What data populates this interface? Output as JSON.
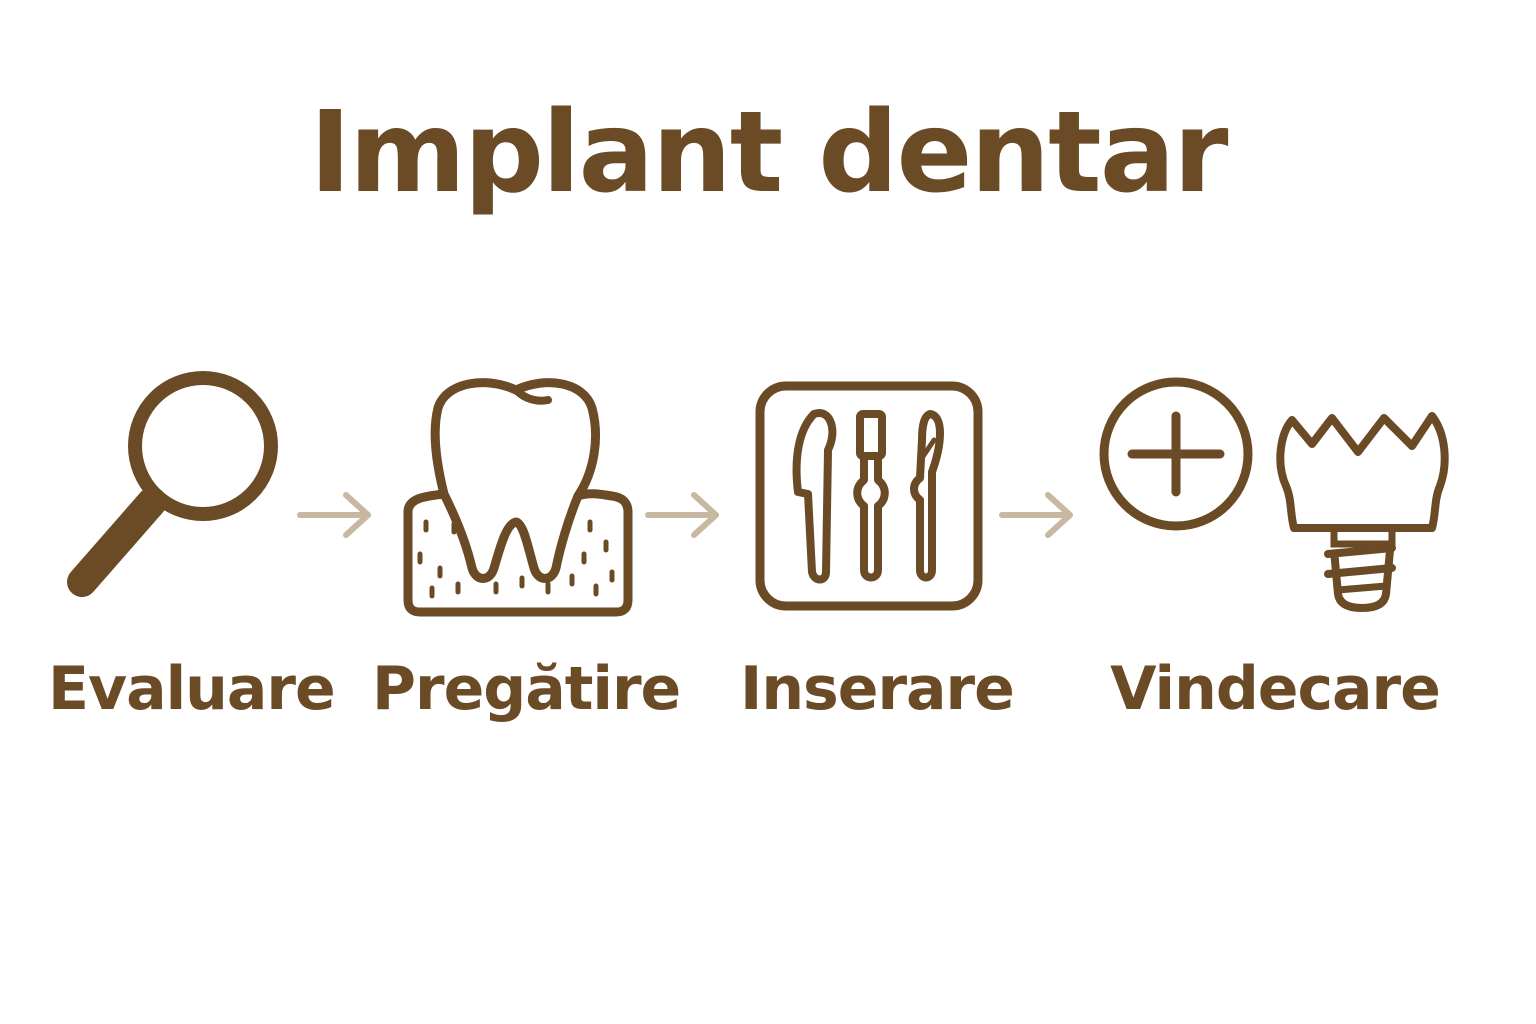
{
  "title": "Implant dentar",
  "colors": {
    "primary": "#6b4a26",
    "arrow": "#c8b7a1",
    "background": "#ffffff"
  },
  "steps": [
    {
      "label": "Evaluare",
      "icon": "magnifying-glass-icon"
    },
    {
      "label": "Pregătire",
      "icon": "tooth-in-gum-icon"
    },
    {
      "label": "Inserare",
      "icon": "surgical-instruments-icon"
    },
    {
      "label": "Vindecare",
      "icon": "healing-plus-and-implant-crown-icon"
    }
  ]
}
